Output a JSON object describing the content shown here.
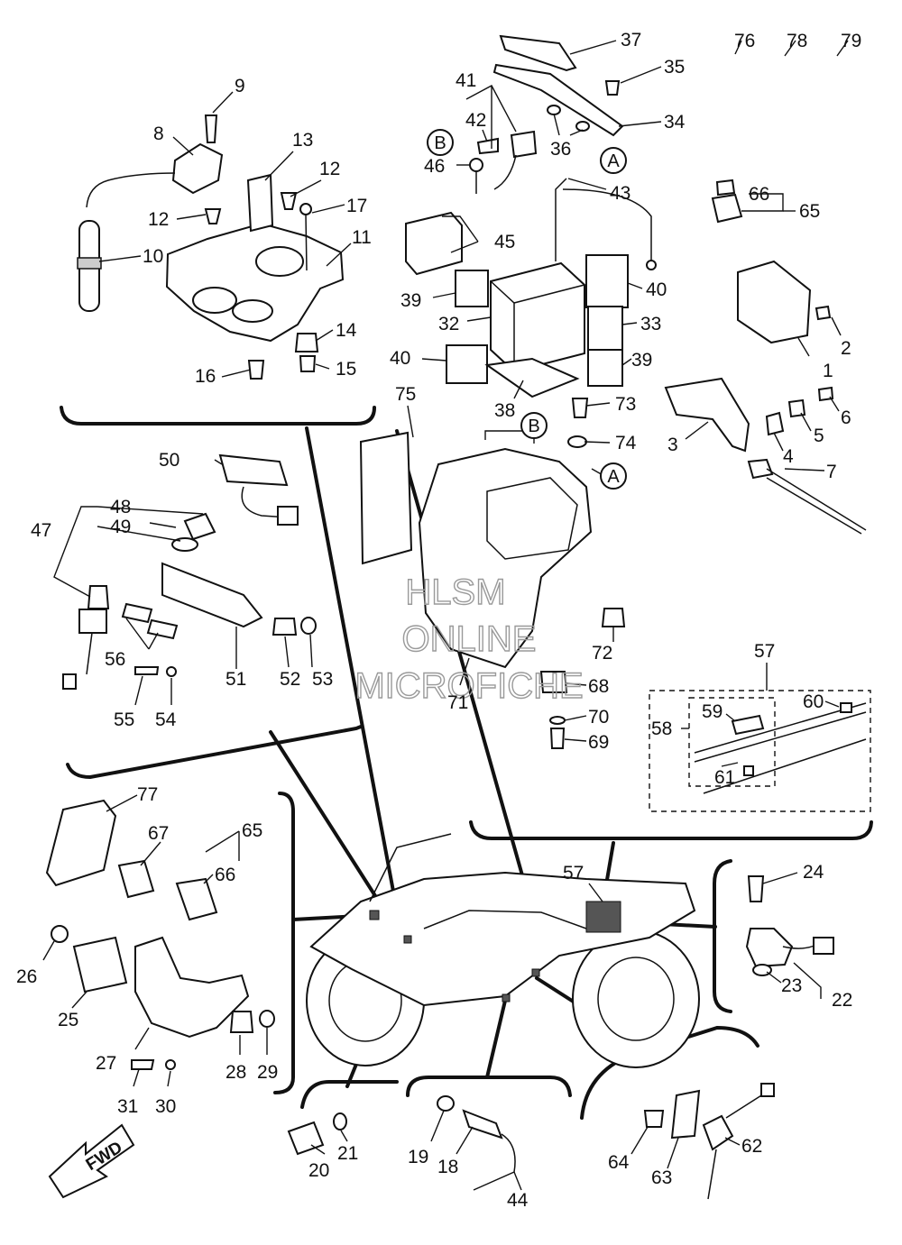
{
  "labels": [
    {
      "id": "1",
      "text": "1"
    },
    {
      "id": "2",
      "text": "2"
    },
    {
      "id": "3",
      "text": "3"
    },
    {
      "id": "4",
      "text": "4"
    },
    {
      "id": "5",
      "text": "5"
    },
    {
      "id": "6",
      "text": "6"
    },
    {
      "id": "7",
      "text": "7"
    },
    {
      "id": "8",
      "text": "8"
    },
    {
      "id": "9",
      "text": "9"
    },
    {
      "id": "10",
      "text": "10"
    },
    {
      "id": "11",
      "text": "11"
    },
    {
      "id": "12a",
      "text": "12"
    },
    {
      "id": "12b",
      "text": "12"
    },
    {
      "id": "13",
      "text": "13"
    },
    {
      "id": "14",
      "text": "14"
    },
    {
      "id": "15",
      "text": "15"
    },
    {
      "id": "16",
      "text": "16"
    },
    {
      "id": "17",
      "text": "17"
    },
    {
      "id": "18",
      "text": "18"
    },
    {
      "id": "19",
      "text": "19"
    },
    {
      "id": "20",
      "text": "20"
    },
    {
      "id": "21",
      "text": "21"
    },
    {
      "id": "22",
      "text": "22"
    },
    {
      "id": "23",
      "text": "23"
    },
    {
      "id": "24",
      "text": "24"
    },
    {
      "id": "25",
      "text": "25"
    },
    {
      "id": "26",
      "text": "26"
    },
    {
      "id": "27",
      "text": "27"
    },
    {
      "id": "28",
      "text": "28"
    },
    {
      "id": "29",
      "text": "29"
    },
    {
      "id": "30",
      "text": "30"
    },
    {
      "id": "31",
      "text": "31"
    },
    {
      "id": "32",
      "text": "32"
    },
    {
      "id": "33",
      "text": "33"
    },
    {
      "id": "34",
      "text": "34"
    },
    {
      "id": "35",
      "text": "35"
    },
    {
      "id": "36",
      "text": "36"
    },
    {
      "id": "37",
      "text": "37"
    },
    {
      "id": "38",
      "text": "38"
    },
    {
      "id": "39a",
      "text": "39"
    },
    {
      "id": "39b",
      "text": "39"
    },
    {
      "id": "40a",
      "text": "40"
    },
    {
      "id": "40b",
      "text": "40"
    },
    {
      "id": "41",
      "text": "41"
    },
    {
      "id": "42",
      "text": "42"
    },
    {
      "id": "43",
      "text": "43"
    },
    {
      "id": "44",
      "text": "44"
    },
    {
      "id": "45",
      "text": "45"
    },
    {
      "id": "46",
      "text": "46"
    },
    {
      "id": "47",
      "text": "47"
    },
    {
      "id": "48",
      "text": "48"
    },
    {
      "id": "49",
      "text": "49"
    },
    {
      "id": "50",
      "text": "50"
    },
    {
      "id": "51",
      "text": "51"
    },
    {
      "id": "52",
      "text": "52"
    },
    {
      "id": "53",
      "text": "53"
    },
    {
      "id": "54",
      "text": "54"
    },
    {
      "id": "55",
      "text": "55"
    },
    {
      "id": "56",
      "text": "56"
    },
    {
      "id": "57a",
      "text": "57"
    },
    {
      "id": "57b",
      "text": "57"
    },
    {
      "id": "58",
      "text": "58"
    },
    {
      "id": "59",
      "text": "59"
    },
    {
      "id": "60",
      "text": "60"
    },
    {
      "id": "61",
      "text": "61"
    },
    {
      "id": "62",
      "text": "62"
    },
    {
      "id": "63",
      "text": "63"
    },
    {
      "id": "64",
      "text": "64"
    },
    {
      "id": "65a",
      "text": "65"
    },
    {
      "id": "65b",
      "text": "65"
    },
    {
      "id": "66a",
      "text": "66"
    },
    {
      "id": "66b",
      "text": "66"
    },
    {
      "id": "67",
      "text": "67"
    },
    {
      "id": "68",
      "text": "68"
    },
    {
      "id": "69",
      "text": "69"
    },
    {
      "id": "70",
      "text": "70"
    },
    {
      "id": "71",
      "text": "71"
    },
    {
      "id": "72",
      "text": "72"
    },
    {
      "id": "73",
      "text": "73"
    },
    {
      "id": "74",
      "text": "74"
    },
    {
      "id": "75",
      "text": "75"
    },
    {
      "id": "76",
      "text": "76"
    },
    {
      "id": "77",
      "text": "77"
    },
    {
      "id": "78",
      "text": "78"
    },
    {
      "id": "79",
      "text": "79"
    }
  ],
  "callouts": {
    "a1": "A",
    "a2": "A",
    "b1": "B",
    "b2": "B"
  },
  "watermark": {
    "line1": "HLSM",
    "line2": "ONLINE",
    "line3": "MICROFICHE"
  },
  "fwd_label": "FWD",
  "colors": {
    "ink": "#111111",
    "background": "#ffffff",
    "watermark": "#9a9a9a"
  }
}
